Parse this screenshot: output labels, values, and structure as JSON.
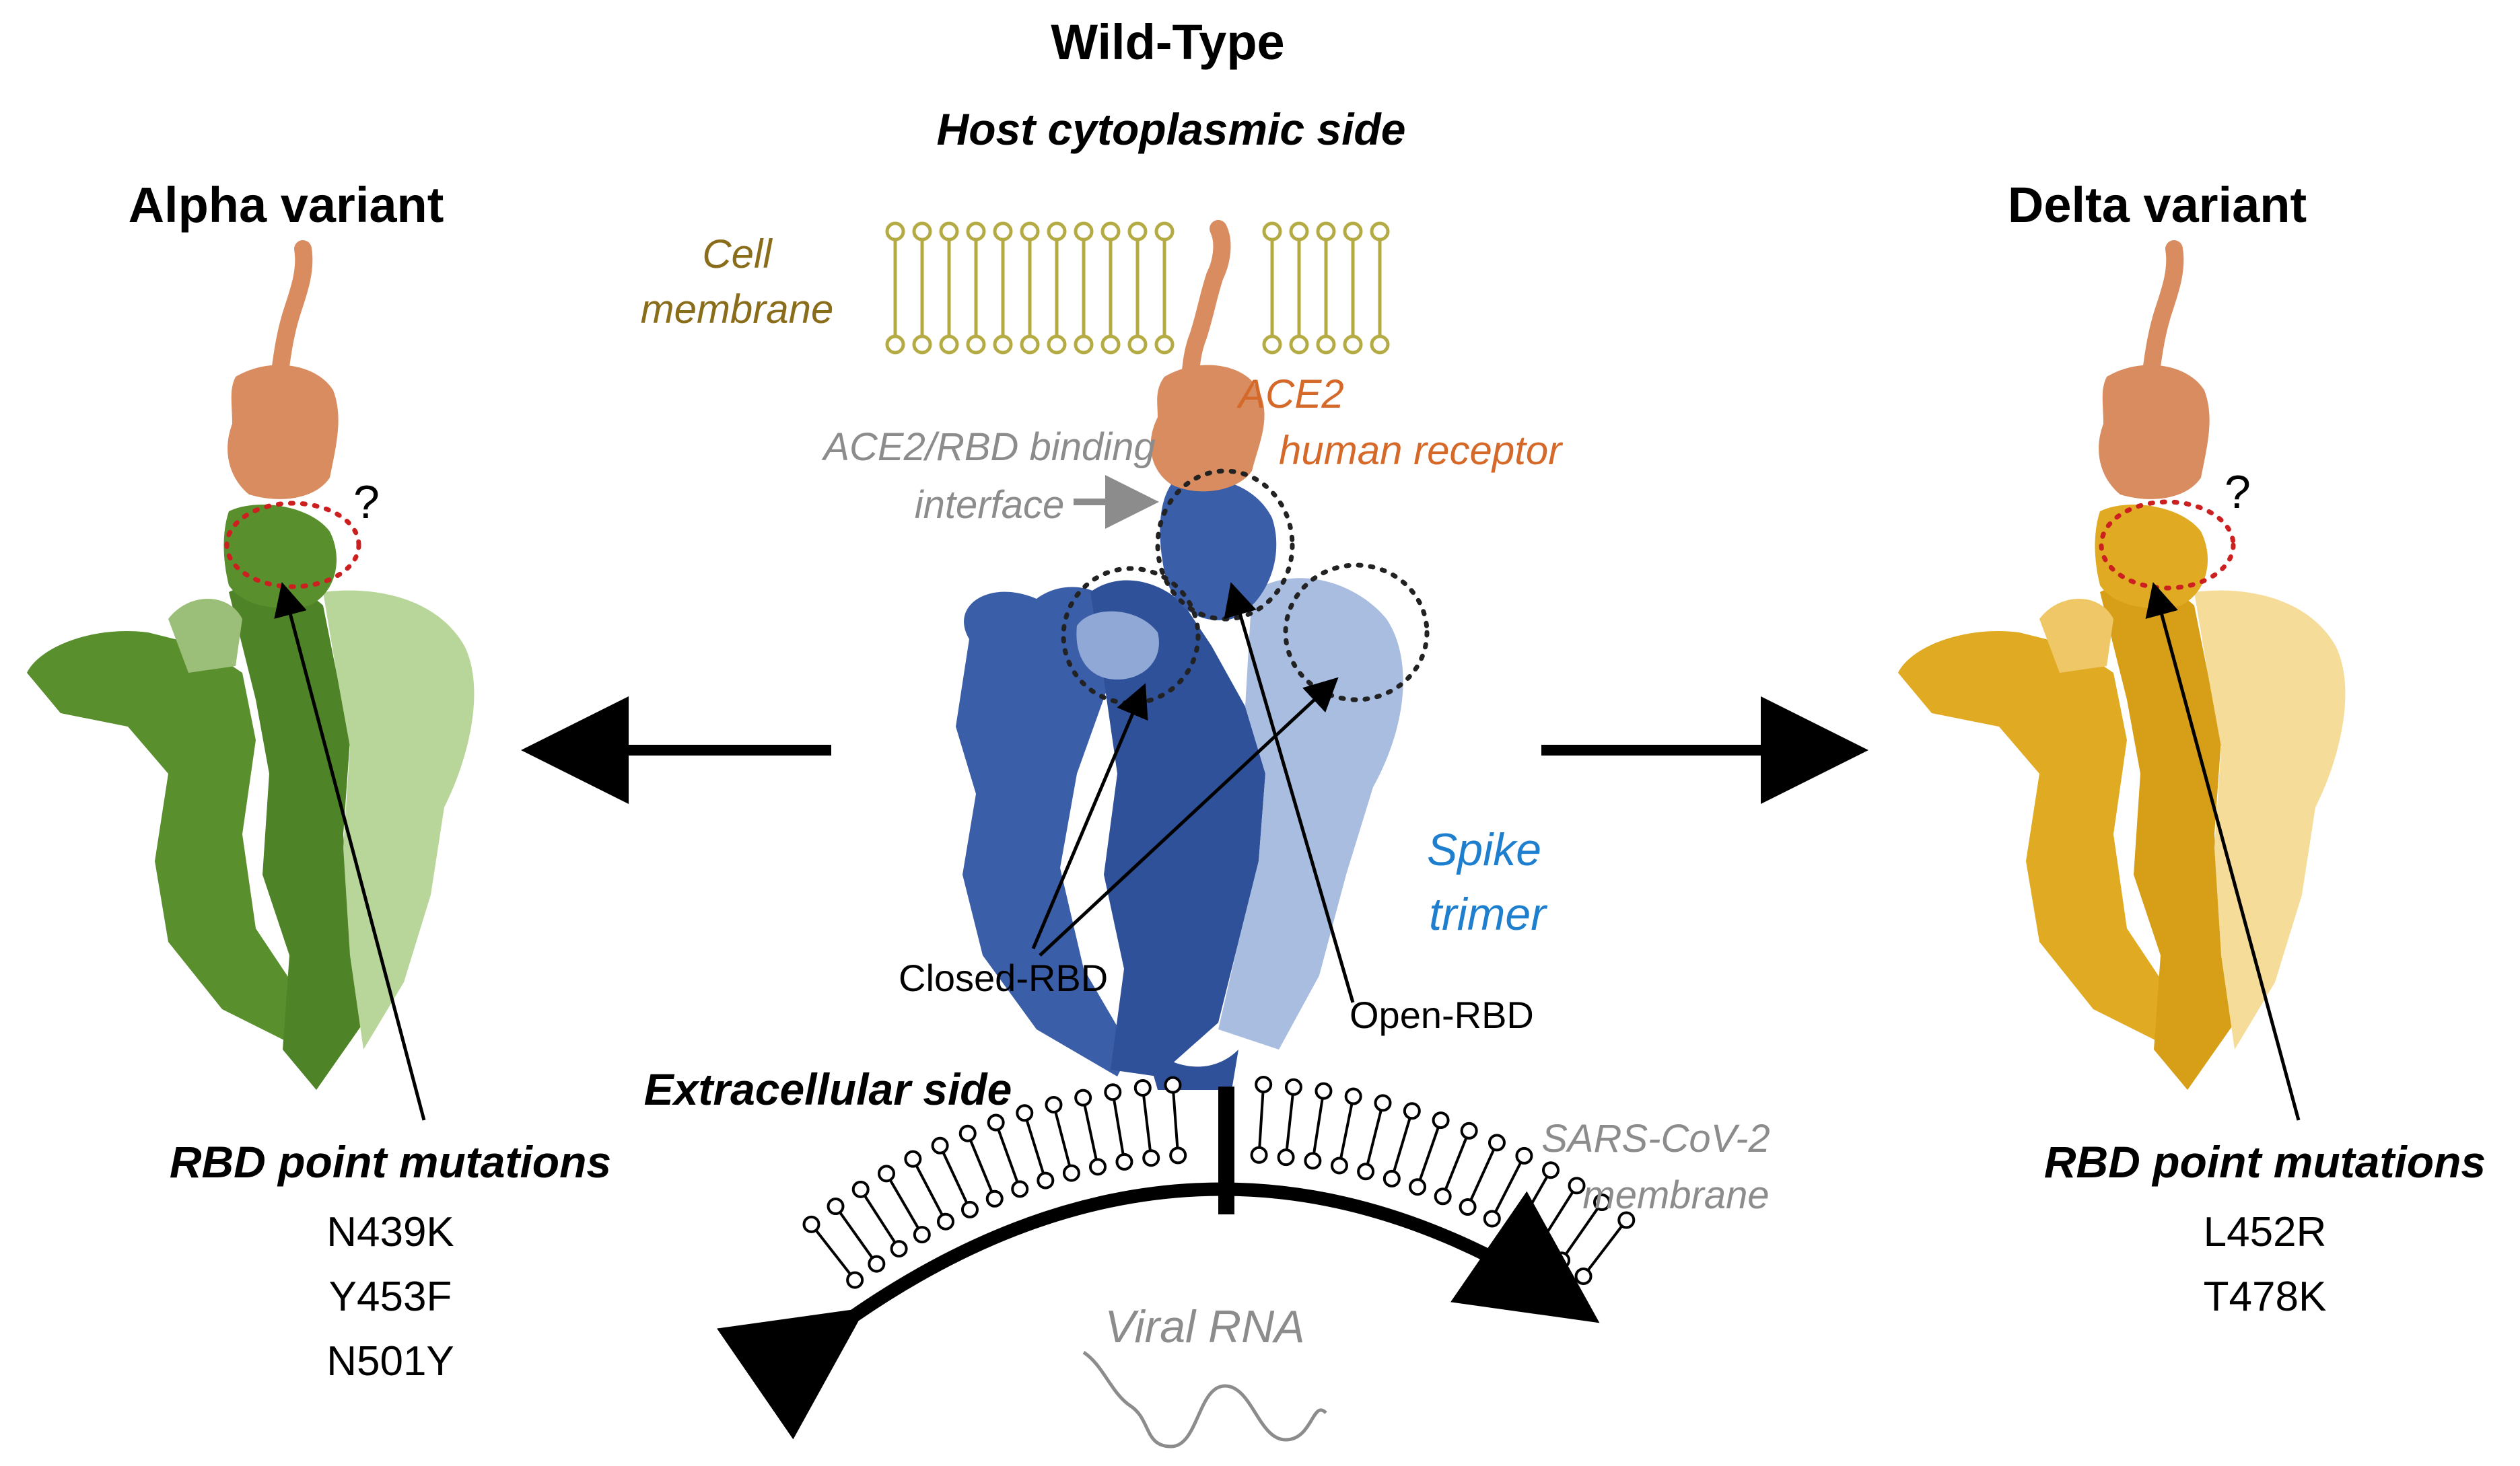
{
  "labels": {
    "wild_type": "Wild-Type",
    "host_side": "Host cytoplasmic side",
    "alpha_title": "Alpha variant",
    "delta_title": "Delta variant",
    "cell_membrane_1": "Cell",
    "cell_membrane_2": "membrane",
    "ace2_1": "ACE2",
    "ace2_2": "human receptor",
    "interface_1": "ACE2/RBD binding",
    "interface_2": "interface",
    "spike_1": "Spike",
    "spike_2": "trimer",
    "closed_rbd": "Closed-RBD",
    "open_rbd": "Open-RBD",
    "extracellular": "Extracellular side",
    "sars_membrane_1": "SARS-CoV-2",
    "sars_membrane_2": "membrane",
    "viral_rna": "Viral RNA",
    "question_alpha": "?",
    "question_delta": "?"
  },
  "alpha": {
    "mutations_title": "RBD point mutations",
    "mutations": [
      "N439K",
      "Y453F",
      "N501Y"
    ]
  },
  "delta": {
    "mutations_title": "RBD point mutations",
    "mutations": [
      "L452R",
      "T478K"
    ]
  },
  "colors": {
    "alpha_dark": "#5a8f2e",
    "alpha_light": "#b9d69a",
    "wt_dark": "#3b5ea8",
    "wt_light": "#a9bde0",
    "delta_dark": "#e0ab22",
    "delta_light": "#f5dc98",
    "ace2": "#d98c5f",
    "cell_membrane": "#b5ab45",
    "interface_circle": "#cc1f1f"
  }
}
